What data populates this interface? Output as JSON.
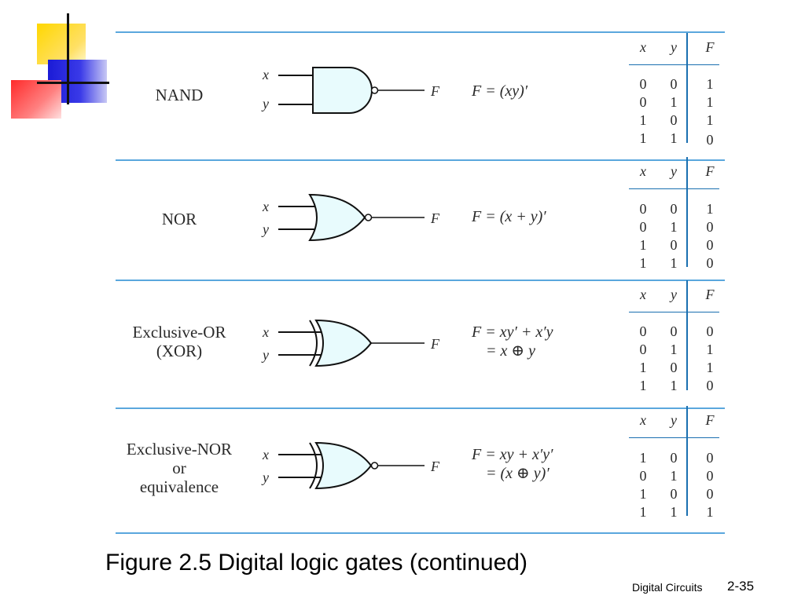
{
  "gates": [
    {
      "name_lines": [
        "NAND"
      ],
      "input_x": "x",
      "input_y": "y",
      "output": "F",
      "expr_lines": [
        "F = (xy)′"
      ],
      "table": {
        "headers": [
          "x",
          "y",
          "F"
        ],
        "rows": [
          [
            "0",
            "0",
            "1"
          ],
          [
            "0",
            "1",
            "1"
          ],
          [
            "1",
            "0",
            "1"
          ],
          [
            "1",
            "1",
            "0"
          ]
        ]
      }
    },
    {
      "name_lines": [
        "NOR"
      ],
      "input_x": "x",
      "input_y": "y",
      "output": "F",
      "expr_lines": [
        "F = (x + y)′"
      ],
      "table": {
        "headers": [
          "x",
          "y",
          "F"
        ],
        "rows": [
          [
            "0",
            "0",
            "1"
          ],
          [
            "0",
            "1",
            "0"
          ],
          [
            "1",
            "0",
            "0"
          ],
          [
            "1",
            "1",
            "0"
          ]
        ]
      }
    },
    {
      "name_lines": [
        "Exclusive-OR",
        "(XOR)"
      ],
      "input_x": "x",
      "input_y": "y",
      "output": "F",
      "expr_lines": [
        "F = xy′ + x′y",
        "= x ⊕ y"
      ],
      "table": {
        "headers": [
          "x",
          "y",
          "F"
        ],
        "rows": [
          [
            "0",
            "0",
            "0"
          ],
          [
            "0",
            "1",
            "1"
          ],
          [
            "1",
            "0",
            "1"
          ],
          [
            "1",
            "1",
            "0"
          ]
        ]
      }
    },
    {
      "name_lines": [
        "Exclusive-NOR",
        "or",
        "equivalence"
      ],
      "input_x": "x",
      "input_y": "y",
      "output": "F",
      "expr_lines": [
        "F = xy + x′y′",
        "= (x ⊕ y)′"
      ],
      "table": {
        "headers": [
          "x",
          "y",
          "F"
        ],
        "rows": [
          [
            "1",
            "0",
            "0"
          ],
          [
            "0",
            "1",
            "0"
          ],
          [
            "1",
            "0",
            "0"
          ],
          [
            "1",
            "1",
            "1"
          ]
        ]
      }
    }
  ],
  "caption": "Figure 2.5  Digital logic gates (continued)",
  "footer": {
    "course": "Digital Circuits",
    "page": "2-35"
  },
  "colors": {
    "gate_fill": "#e8fbfd",
    "rule": "#5aa7dd",
    "table_lines": "#1a6fb0"
  }
}
